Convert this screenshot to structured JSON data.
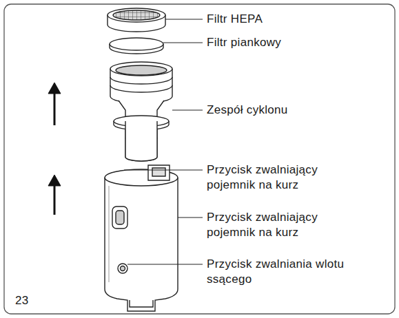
{
  "diagram": {
    "labels": [
      "Filtr HEPA",
      "Filtr piankowy",
      "Zespół cyklonu",
      "Przycisk zwalniający pojemnik na kurz",
      "Przycisk zwalniający pojemnik na kurz",
      "Przycisk zwalniania wlotu ssącego",
      "23"
    ]
  }
}
